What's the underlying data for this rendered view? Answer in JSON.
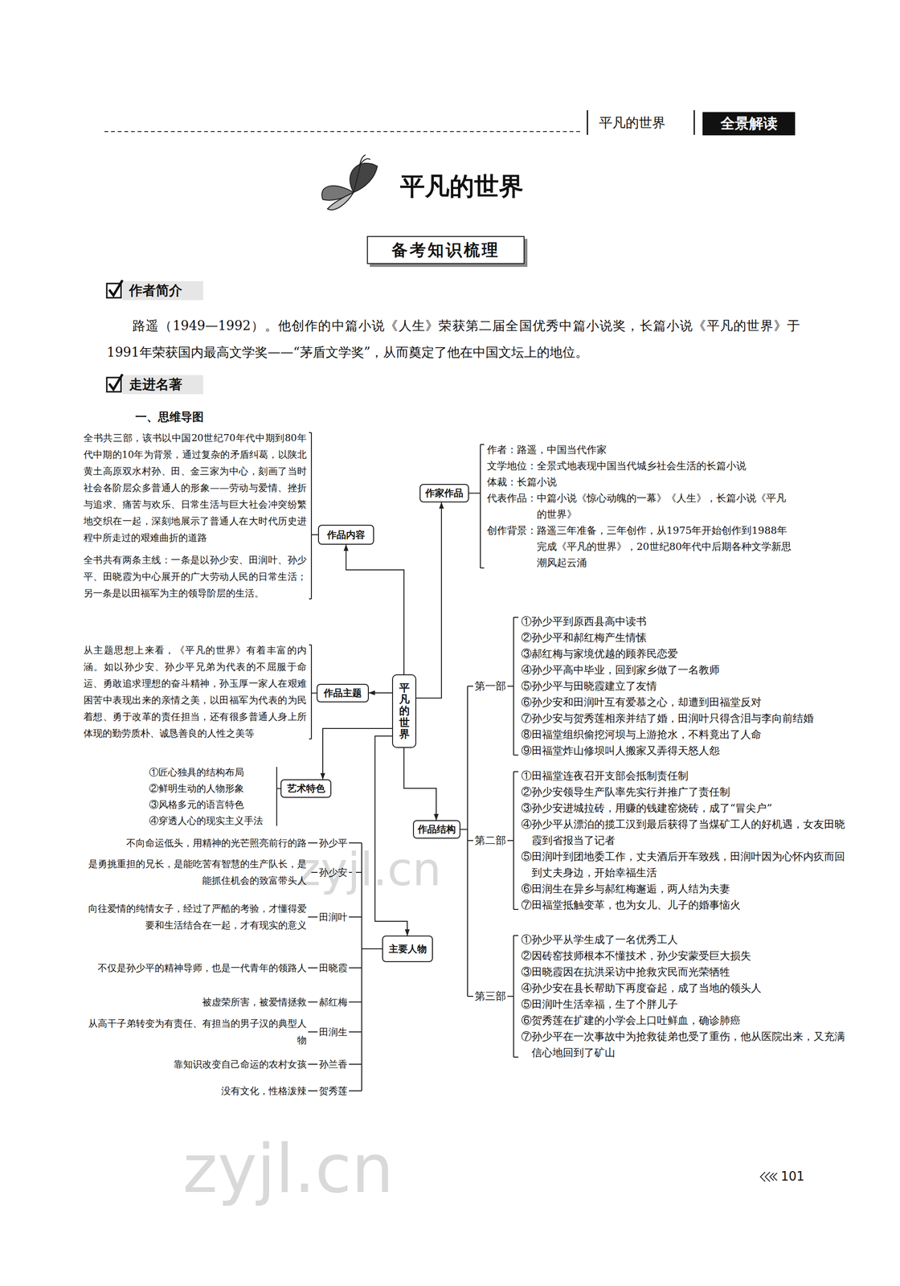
{
  "diagram": {
    "title": "平凡的世界",
    "nodes": [
      {
        "text": [
          "全景解读"
        ]
      },
      {
        "text": [
          "备考知识梳理"
        ]
      },
      {
        "text": [
          "平凡的世界"
        ]
      },
      {
        "text": [
          "作家作品"
        ]
      },
      {
        "text": [
          "作品内容"
        ]
      },
      {
        "text": [
          "作品主题"
        ]
      },
      {
        "text": [
          "艺术特色"
        ]
      },
      {
        "text": [
          "作品结构"
        ]
      },
      {
        "text": [
          "主要人物"
        ]
      }
    ],
    "edges": [
      {
        "from": 2,
        "to": 3,
        "arrow": "to"
      },
      {
        "from": 2,
        "to": 4,
        "arrow": "to"
      },
      {
        "from": 2,
        "to": 5,
        "arrow": "to"
      },
      {
        "from": 2,
        "to": 6,
        "arrow": "to"
      },
      {
        "from": 2,
        "to": 7,
        "arrow": "to"
      },
      {
        "from": 2,
        "to": 8,
        "arrow": "to"
      }
    ],
    "labels": [
      "平凡的世界",
      "作者简介",
      "路遥（1949—1992）。他创作的中篇小说《人生》荣获第二届全国优秀中篇小说奖，长篇小说《平凡的世界》于1991年荣获国内最高文学奖——“茅盾文学奖”，从而奠定了他在中国文坛上的地位。",
      "走进名著",
      "一、思维导图",
      "作者：路遥，中国当代作家",
      "文学地位：全景式地表现中国当代城乡社会生活的长篇小说",
      "体裁：长篇小说",
      "代表作品：中篇小说《惊心动魄的一幕》《人生》，长篇小说《平凡的世界》",
      "创作背景：路遥三年准备，三年创作，从1975年开始创作到1988年完成《平凡的世界》，20世纪80年代中后期各种文学新思潮风起云涌",
      "全书共三部，该书以中国20世纪70年代中期到80年代中期的10年为背景，通过复杂的矛盾纠葛，以陕北黄土高原双水村孙、田、金三家为中心，刻画了当时社会各阶层众多普通人的形象——劳动与爱情、挫折与追求、痛苦与欢乐、日常生活与巨大社会冲突纷繁地交织在一起，深刻地展示了普通人在大时代历史进程中所走过的艰难曲折的道路",
      "全书共有两条主线：一条是以孙少安、田润叶、孙少平、田晓霞为中心展开的广大劳动人民的日常生活；另一条是以田福军为主的领导阶层的生活。",
      "从主题思想上来看，《平凡的世界》有着丰富的内涵。如以孙少安、孙少平兄弟为代表的不屈服于命运、勇敢追求理想的奋斗精神，孙玉厚一家人在艰难困苦中表现出来的亲情之美，以田福军为代表的为民着想、勇于改革的责任担当，还有很多普通人身上所体现的勤劳质朴、诚恳善良的人性之美等",
      "①匠心独具的结构布局",
      "②鲜明生动的人物形象",
      "③风格多元的语言特色",
      "④穿透人心的现实主义手法",
      "不向命运低头，用精神的光芒照亮前行的路",
      "孙少平",
      "是勇挑重担的兄长，是能吃苦有智慧的生产队长，是能抓住机会的致富带头人",
      "孙少安",
      "向往爱情的纯情女子，经过了严酷的考验，才懂得爱要和生活结合在一起，才有现实的意义",
      "田润叶",
      "不仅是孙少平的精神导师，也是一代青年的领路人",
      "田晓霞",
      "被虚荣所害，被爱情拯救",
      "郝红梅",
      "从高干子弟转变为有责任、有担当的男子汉的典型人物",
      "田润生",
      "靠知识改变自己命运的农村女孩",
      "孙兰香",
      "没有文化，性格泼辣",
      "贺秀莲",
      "第一部",
      "①孙少平到原西县高中读书",
      "②孙少平和郝红梅产生情愫",
      "③郝红梅与家境优越的顾养民恋爱",
      "④孙少平高中毕业，回到家乡做了一名教师",
      "⑤孙少平与田晓霞建立了友情",
      "⑥孙少安和田润叶互有爱慕之心，却遭到田福堂反对",
      "⑦孙少安与贺秀莲相亲并结了婚，田润叶只得含泪与李向前结婚",
      "⑧田福堂组织偷挖河坝与上游抢水，不料竟出了人命",
      "⑨田福堂炸山修坝叫人搬家又弄得天怒人怨",
      "第二部",
      "①田福堂连夜召开支部会抵制责任制",
      "②孙少安领导生产队率先实行并推广了责任制",
      "③孙少安进城拉砖，用赚的钱建窑烧砖，成了“冒尖户”",
      "④孙少平从漂泊的揽工汉到最后获得了当煤矿工人的好机遇，女友田晓霞到省报当了记者",
      "⑤田润叶到团地委工作，丈夫酒后开车致残，田润叶因为心怀内疚而回到丈夫身边，开始幸福生活",
      "⑥田润生在异乡与郝红梅邂逅，两人结为夫妻",
      "⑦田福堂抵触变革，也为女儿、儿子的婚事恼火",
      "第三部",
      "①孙少平从学生成了一名优秀工人",
      "②因砖窑技师根本不懂技术，孙少安蒙受巨大损失",
      "③田晓霞因在抗洪采访中抢救灾民而光荣牺牲",
      "④孙少安在县长帮助下再度奋起，成了当地的领头人",
      "⑤田润叶生活幸福，生了个胖儿子",
      "⑥贺秀莲在扩建的小学会上口吐鲜血，确诊肺癌",
      "⑦孙少平在一次事故中为抢救徒弟也受了重伤，他从医院出来，又充满信心地回到了矿山",
      "zyjl.cn",
      "zyjl.cn",
      "101"
    ]
  }
}
